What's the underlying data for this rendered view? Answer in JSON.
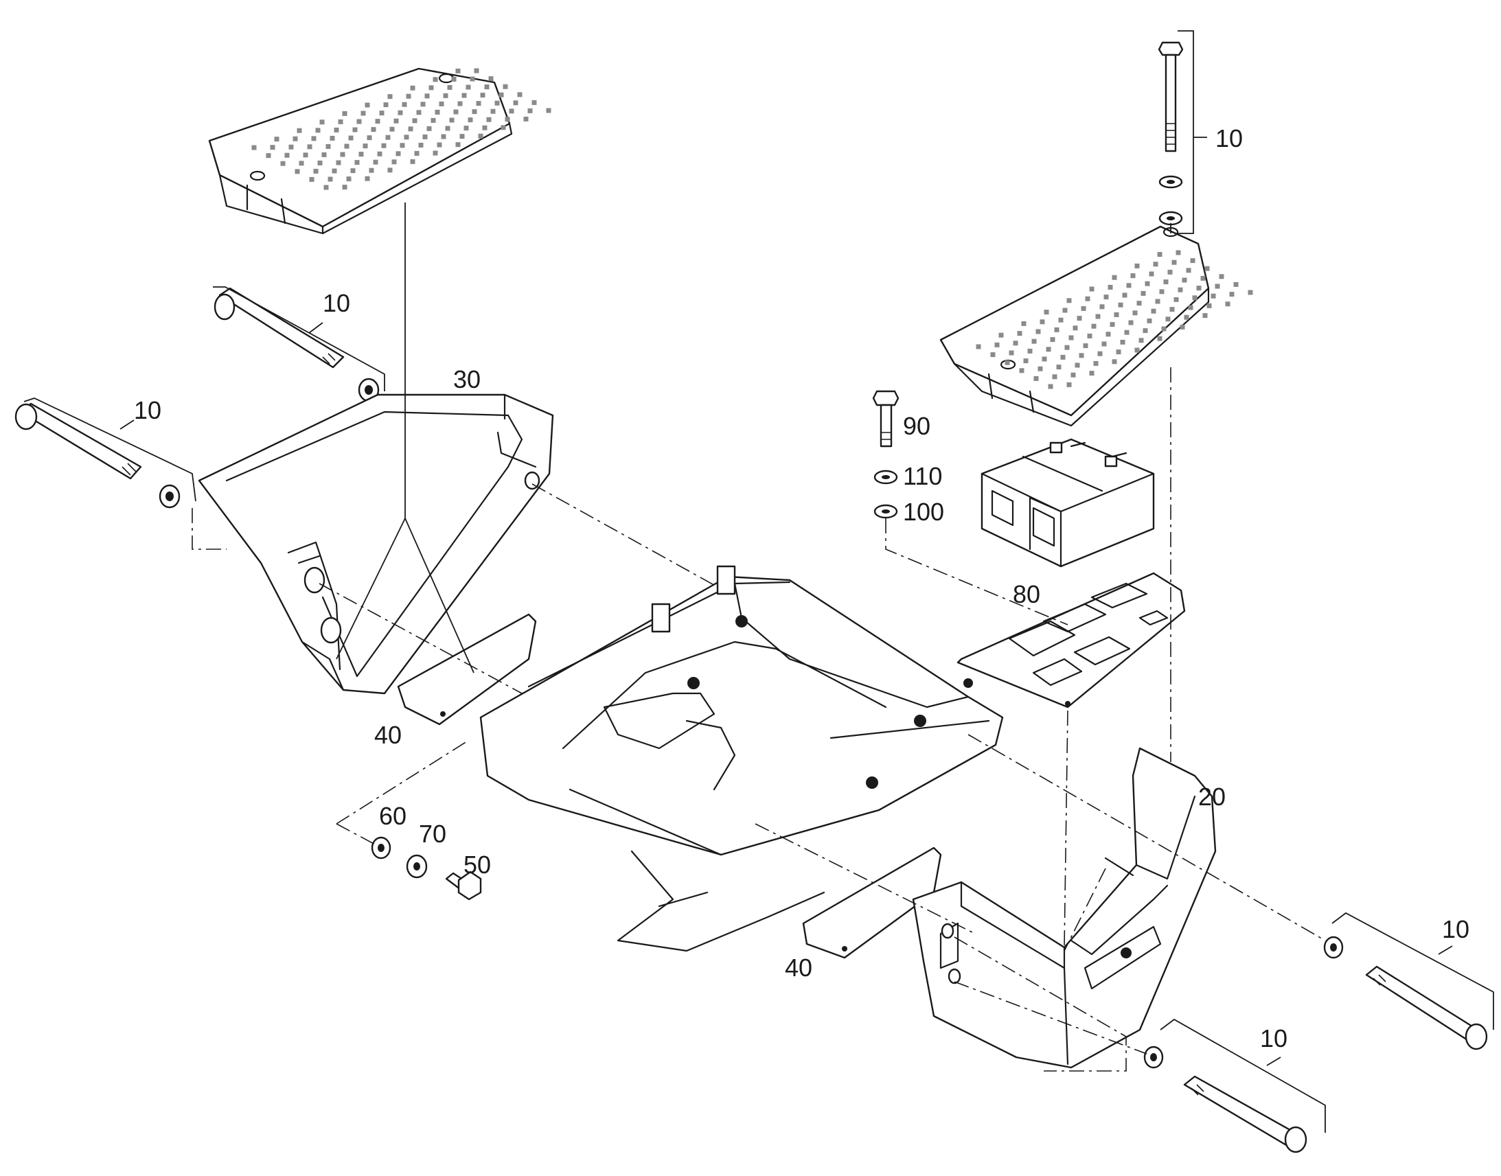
{
  "diagram": {
    "callouts": [
      {
        "id": "c10-top-right",
        "text": "10"
      },
      {
        "id": "c10-upper-left",
        "text": "10"
      },
      {
        "id": "c10-left",
        "text": "10"
      },
      {
        "id": "c30",
        "text": "30"
      },
      {
        "id": "c90",
        "text": "90"
      },
      {
        "id": "c110",
        "text": "110"
      },
      {
        "id": "c100",
        "text": "100"
      },
      {
        "id": "c80",
        "text": "80"
      },
      {
        "id": "c40-left",
        "text": "40"
      },
      {
        "id": "c20",
        "text": "20"
      },
      {
        "id": "c60",
        "text": "60"
      },
      {
        "id": "c70",
        "text": "70"
      },
      {
        "id": "c50",
        "text": "50"
      },
      {
        "id": "c40-bottom",
        "text": "40"
      },
      {
        "id": "c10-right",
        "text": "10"
      },
      {
        "id": "c10-bottom-right",
        "text": "10"
      }
    ]
  }
}
